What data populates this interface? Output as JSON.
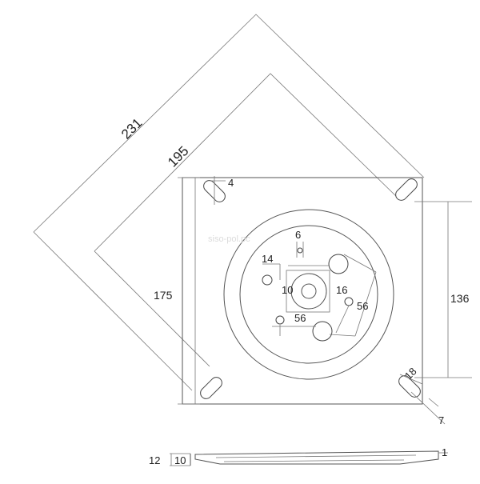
{
  "watermark": "siso-pol.pc",
  "dims": {
    "d231": "231",
    "d195": "195",
    "d4": "4",
    "d175": "175",
    "d136": "136",
    "d6": "6",
    "d14": "14",
    "d10": "10",
    "d16": "16",
    "d56a": "56",
    "d56b": "56",
    "d18": "18",
    "d7": "7",
    "d12": "12",
    "d10b": "10",
    "d1": "1"
  }
}
